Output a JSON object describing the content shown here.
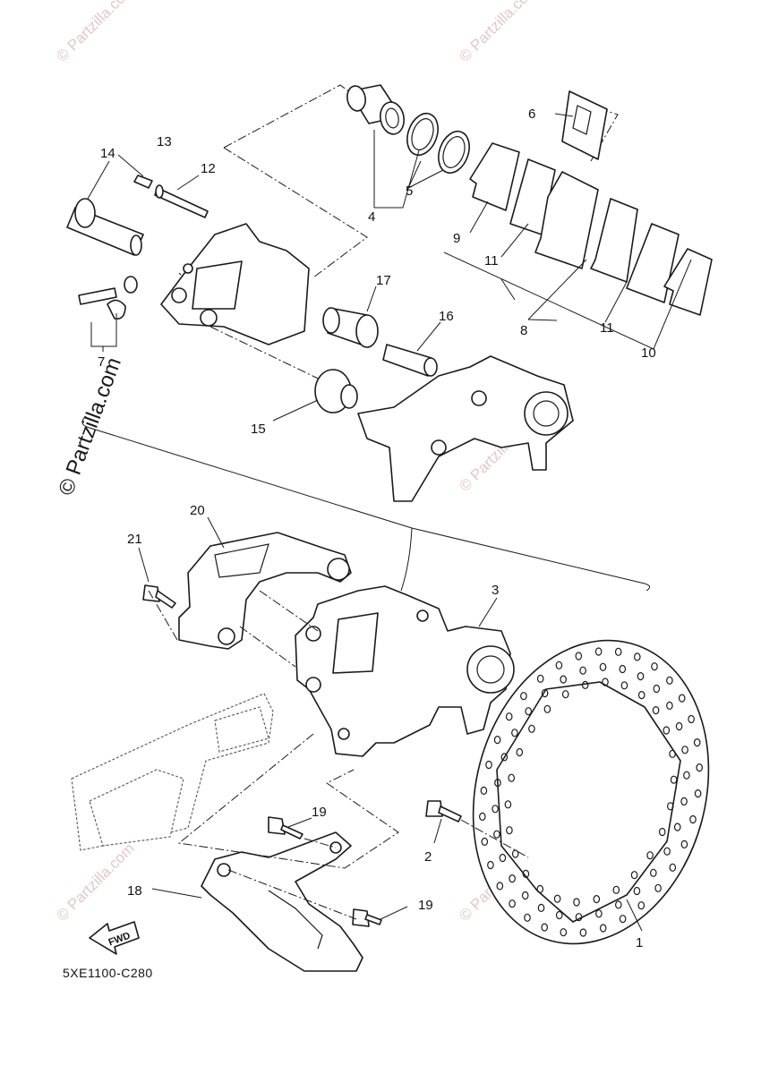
{
  "diagram_code": "5XE1100-C280",
  "copyright": "© Partzilla.com",
  "watermark": "© Partzilla.com",
  "fwd_label": "FWD",
  "callouts": {
    "c1": "1",
    "c2": "2",
    "c3": "3",
    "c4": "4",
    "c5": "5",
    "c6": "6",
    "c7": "7",
    "c8": "8",
    "c9": "9",
    "c10": "10",
    "c11a": "11",
    "c11b": "11",
    "c12": "12",
    "c13": "13",
    "c14": "14",
    "c15": "15",
    "c16": "16",
    "c17": "17",
    "c18": "18",
    "c19a": "19",
    "c19b": "19",
    "c20": "20",
    "c21": "21"
  },
  "colors": {
    "line": "#1a1a1a",
    "watermark": "#e3c8c8",
    "background": "#ffffff"
  }
}
